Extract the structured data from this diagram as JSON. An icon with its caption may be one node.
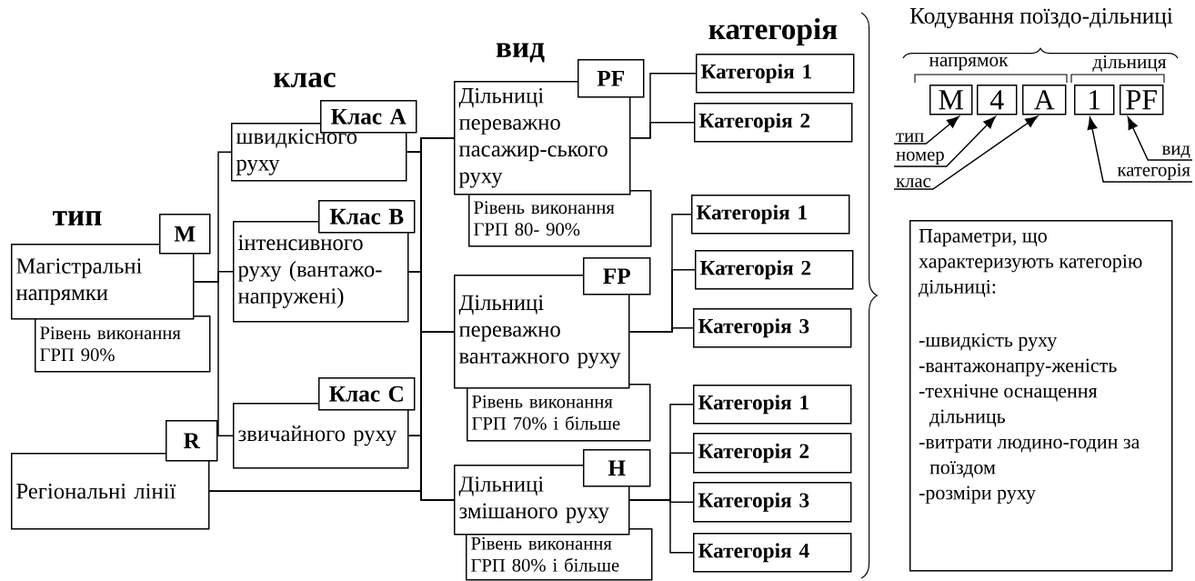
{
  "diagram": {
    "nodes": [
      {
        "text": [
          "M"
        ]
      },
      {
        "text": [
          "Магістральні напрямки"
        ]
      },
      {
        "text": [
          "Рівень виконання ГРП 90%"
        ]
      },
      {
        "text": [
          "R"
        ]
      },
      {
        "text": [
          "Регіональні лінії"
        ]
      },
      {
        "text": [
          "Клас A"
        ]
      },
      {
        "text": [
          "швидкісного руху"
        ]
      },
      {
        "text": [
          "Клас B"
        ]
      },
      {
        "text": [
          "інтенсивного руху (вантажо-напружені)"
        ]
      },
      {
        "text": [
          "Клас C"
        ]
      },
      {
        "text": [
          "звичайного руху"
        ]
      },
      {
        "text": [
          "PF"
        ]
      },
      {
        "text": [
          "Дільниці переважно пасажир-ського руху"
        ]
      },
      {
        "text": [
          "Рівень виконання ГРП 80- 90%"
        ]
      },
      {
        "text": [
          "FP"
        ]
      },
      {
        "text": [
          "Дільниці переважно вантажного руху"
        ]
      },
      {
        "text": [
          "Рівень виконання ГРП 70% і більше"
        ]
      },
      {
        "text": [
          "H"
        ]
      },
      {
        "text": [
          "Дільниці змішаного руху"
        ]
      },
      {
        "text": [
          "Рівень виконання ГРП 80% і більше"
        ]
      },
      {
        "text": [
          "Категорія 1"
        ]
      },
      {
        "text": [
          "Категорія 2"
        ]
      },
      {
        "text": [
          "Категорія 1"
        ]
      },
      {
        "text": [
          "Категорія 2"
        ]
      },
      {
        "text": [
          "Категорія 3"
        ]
      },
      {
        "text": [
          "Категорія 1"
        ]
      },
      {
        "text": [
          "Категорія 2"
        ]
      },
      {
        "text": [
          "Категорія 3"
        ]
      },
      {
        "text": [
          "Категорія 4"
        ]
      },
      {
        "text": [
          "Параметри, що характеризують категорію дільниці:",
          "-швидкість руху",
          "-вантажонапру-женість",
          "-технічне оснащення дільниць",
          "-витрати людино-годин за поїздом",
          "-розміри руху"
        ]
      },
      {
        "text": [
          "M"
        ]
      },
      {
        "text": [
          "4"
        ]
      },
      {
        "text": [
          "A"
        ]
      },
      {
        "text": [
          "1"
        ]
      },
      {
        "text": [
          "PF"
        ]
      },
      {
        "text": [
          "тип"
        ]
      },
      {
        "text": [
          "номер"
        ]
      },
      {
        "text": [
          "клас"
        ]
      },
      {
        "text": [
          "вид"
        ]
      },
      {
        "text": [
          "категорія"
        ]
      }
    ],
    "edges": [
      {
        "from": 1,
        "to": 6,
        "arrow": "none"
      },
      {
        "from": 1,
        "to": 8,
        "arrow": "none"
      },
      {
        "from": 1,
        "to": 10,
        "arrow": "none"
      },
      {
        "from": 6,
        "to": 12,
        "arrow": "none"
      },
      {
        "from": 6,
        "to": 15,
        "arrow": "none"
      },
      {
        "from": 6,
        "to": 18,
        "arrow": "none"
      },
      {
        "from": 8,
        "to": 12,
        "arrow": "none"
      },
      {
        "from": 8,
        "to": 15,
        "arrow": "none"
      },
      {
        "from": 8,
        "to": 18,
        "arrow": "none"
      },
      {
        "from": 10,
        "to": 12,
        "arrow": "none"
      },
      {
        "from": 10,
        "to": 15,
        "arrow": "none"
      },
      {
        "from": 10,
        "to": 18,
        "arrow": "none"
      },
      {
        "from": 4,
        "to": 12,
        "arrow": "none"
      },
      {
        "from": 4,
        "to": 15,
        "arrow": "none"
      },
      {
        "from": 4,
        "to": 18,
        "arrow": "none"
      },
      {
        "from": 12,
        "to": 20,
        "arrow": "none"
      },
      {
        "from": 12,
        "to": 21,
        "arrow": "none"
      },
      {
        "from": 15,
        "to": 22,
        "arrow": "none"
      },
      {
        "from": 15,
        "to": 23,
        "arrow": "none"
      },
      {
        "from": 15,
        "to": 24,
        "arrow": "none"
      },
      {
        "from": 18,
        "to": 25,
        "arrow": "none"
      },
      {
        "from": 18,
        "to": 26,
        "arrow": "none"
      },
      {
        "from": 18,
        "to": 27,
        "arrow": "none"
      },
      {
        "from": 18,
        "to": 28,
        "arrow": "none"
      },
      {
        "from": 35,
        "to": 30,
        "arrow": "to"
      },
      {
        "from": 36,
        "to": 31,
        "arrow": "to"
      },
      {
        "from": 37,
        "to": 32,
        "arrow": "to"
      },
      {
        "from": 38,
        "to": 34,
        "arrow": "to"
      },
      {
        "from": 39,
        "to": 33,
        "arrow": "to"
      }
    ],
    "labels": [
      "Кодування поїздо-дільниці",
      "категорія",
      "вид",
      "напрямок",
      "дільниця",
      "клас",
      "тип"
    ]
  }
}
